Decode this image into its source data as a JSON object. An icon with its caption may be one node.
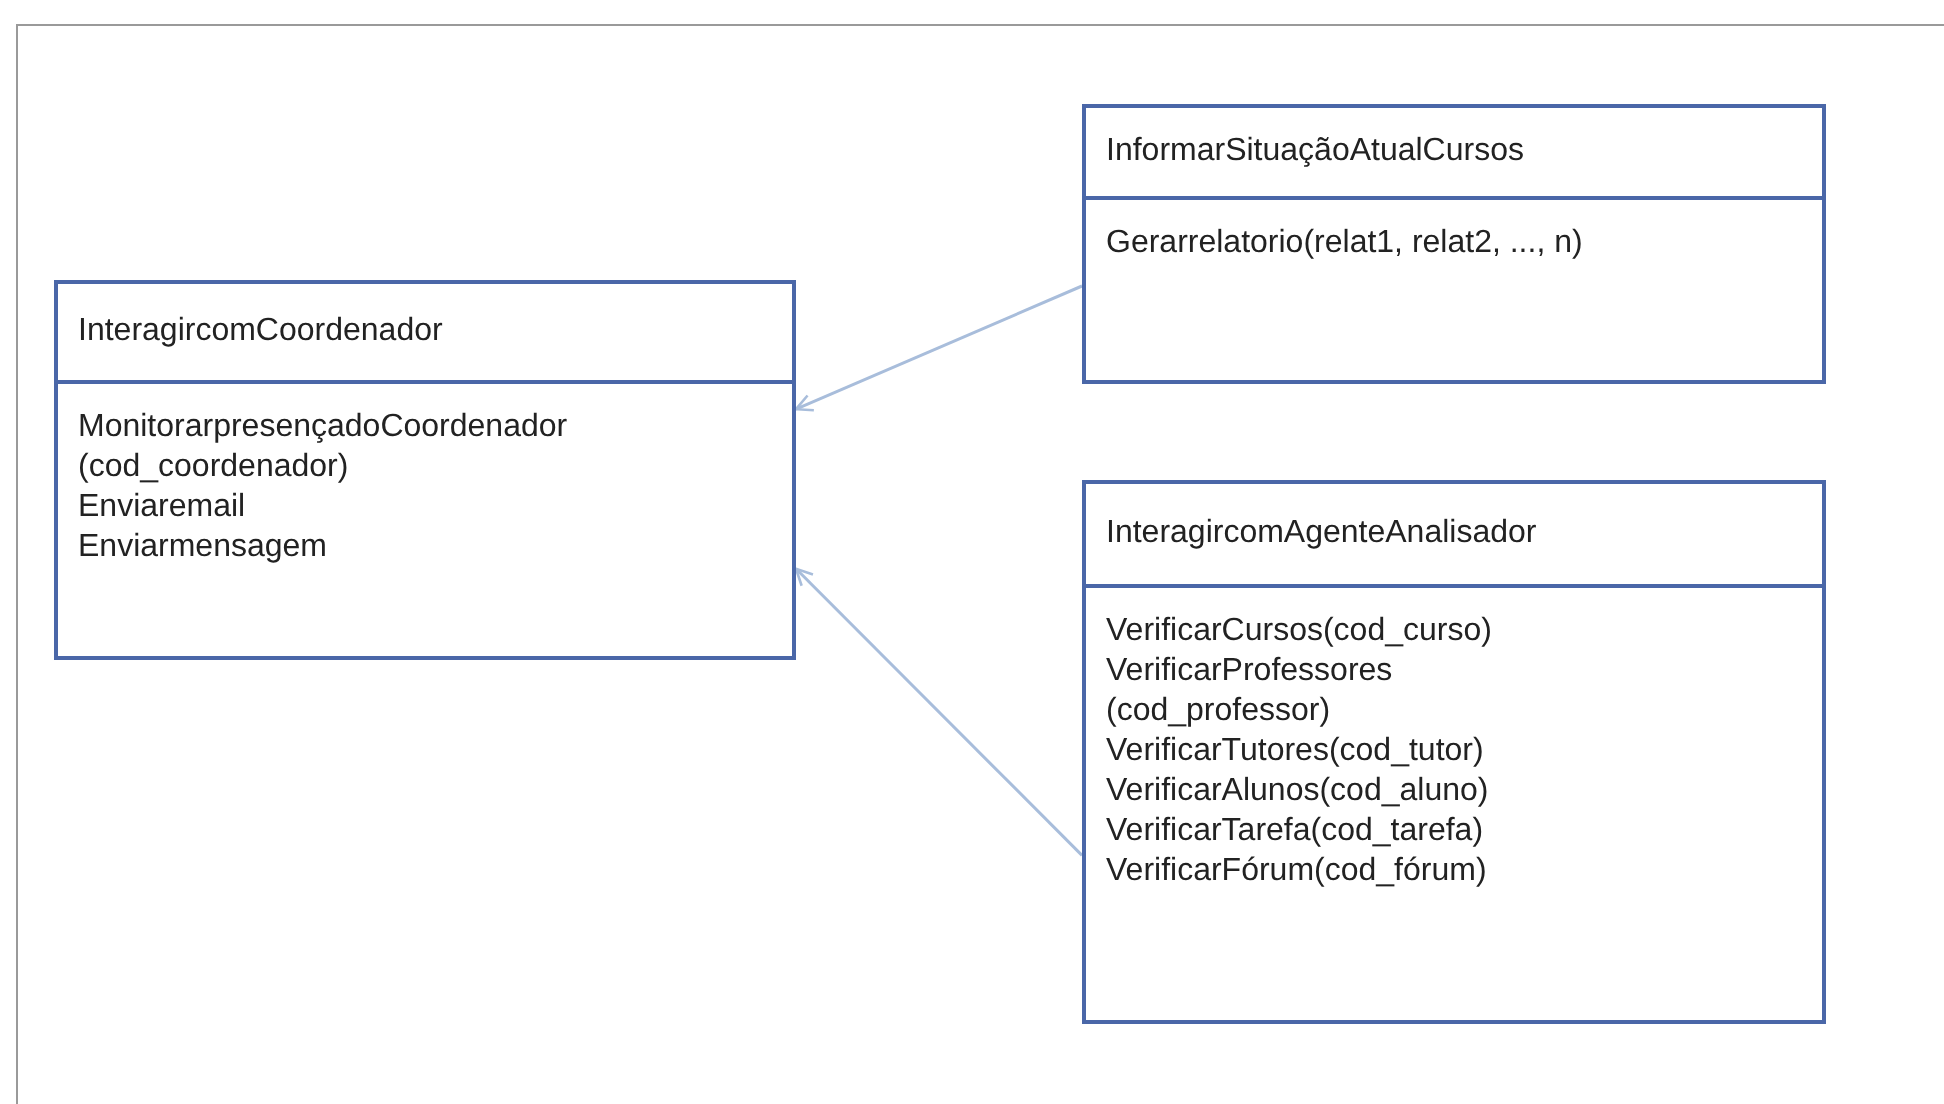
{
  "diagram": {
    "nodes": [
      {
        "text": [
          "InteragircomCoordenador",
          "MonitorarpresençadoCoordenador (cod_coordenador)",
          "Enviaremail",
          "Enviarmensagem"
        ]
      },
      {
        "text": [
          "InformarSituaçãoAtualCursos",
          "Gerarrelatorio(relat1, relat2, ..., n)"
        ]
      },
      {
        "text": [
          "InteragircomAgenteAnalisador",
          "VerificarCursos(cod_curso)",
          "VerificarProfessores (cod_professor)",
          "VerificarTutores(cod_tutor)",
          "VerificarAlunos(cod_aluno)",
          "VerificarTarefa(cod_tarefa)",
          "VerificarFórum(cod_fórum)"
        ]
      }
    ],
    "edges": [
      {
        "from": 1,
        "to": 0,
        "arrow": "to"
      },
      {
        "from": 2,
        "to": 0,
        "arrow": "to"
      }
    ]
  }
}
